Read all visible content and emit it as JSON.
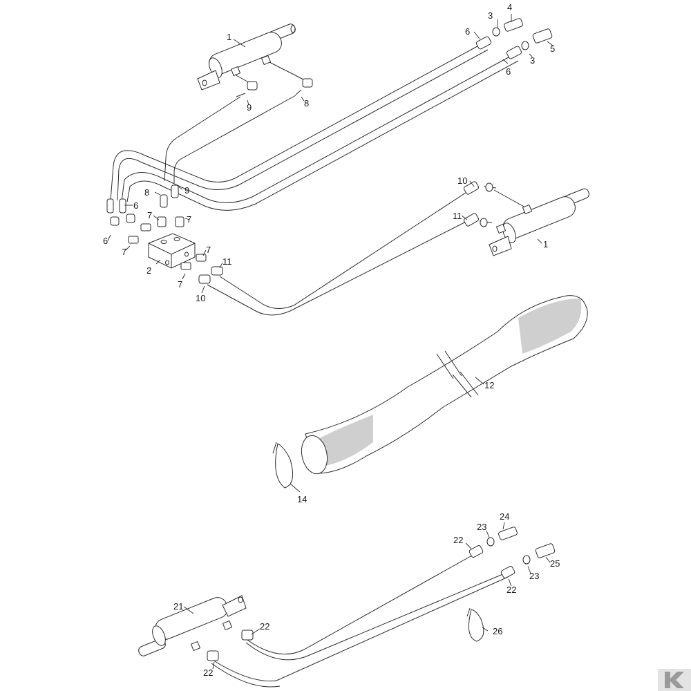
{
  "callouts": [
    {
      "id": "c1a",
      "text": "1"
    },
    {
      "id": "c3a",
      "text": "3"
    },
    {
      "id": "c4",
      "text": "4"
    },
    {
      "id": "c6a",
      "text": "6"
    },
    {
      "id": "c5",
      "text": "5"
    },
    {
      "id": "c3b",
      "text": "3"
    },
    {
      "id": "c6b",
      "text": "6"
    },
    {
      "id": "c9a",
      "text": "9"
    },
    {
      "id": "c8a",
      "text": "8"
    },
    {
      "id": "c8b",
      "text": "8"
    },
    {
      "id": "c9b",
      "text": "9"
    },
    {
      "id": "c6c",
      "text": "6"
    },
    {
      "id": "c7a",
      "text": "7"
    },
    {
      "id": "c7b",
      "text": "7"
    },
    {
      "id": "c6d",
      "text": "6"
    },
    {
      "id": "c7c",
      "text": "7"
    },
    {
      "id": "c10a",
      "text": "10"
    },
    {
      "id": "c11a",
      "text": "11"
    },
    {
      "id": "c1b",
      "text": "1"
    },
    {
      "id": "c7d",
      "text": "7"
    },
    {
      "id": "c11b",
      "text": "11"
    },
    {
      "id": "c2",
      "text": "2"
    },
    {
      "id": "c7e",
      "text": "7"
    },
    {
      "id": "c10b",
      "text": "10"
    },
    {
      "id": "c12",
      "text": "12"
    },
    {
      "id": "c14",
      "text": "14"
    },
    {
      "id": "c24",
      "text": "24"
    },
    {
      "id": "c23a",
      "text": "23"
    },
    {
      "id": "c22a",
      "text": "22"
    },
    {
      "id": "c25",
      "text": "25"
    },
    {
      "id": "c23b",
      "text": "23"
    },
    {
      "id": "c22b",
      "text": "22"
    },
    {
      "id": "c21",
      "text": "21"
    },
    {
      "id": "c22c",
      "text": "22"
    },
    {
      "id": "c26",
      "text": "26"
    },
    {
      "id": "c22d",
      "text": "22"
    }
  ],
  "colors": {
    "line": "#2a2a2a",
    "shade": "#cfcfcf",
    "logo": "#b0b0b0"
  },
  "logo": {
    "icon": "k-brand-icon"
  }
}
